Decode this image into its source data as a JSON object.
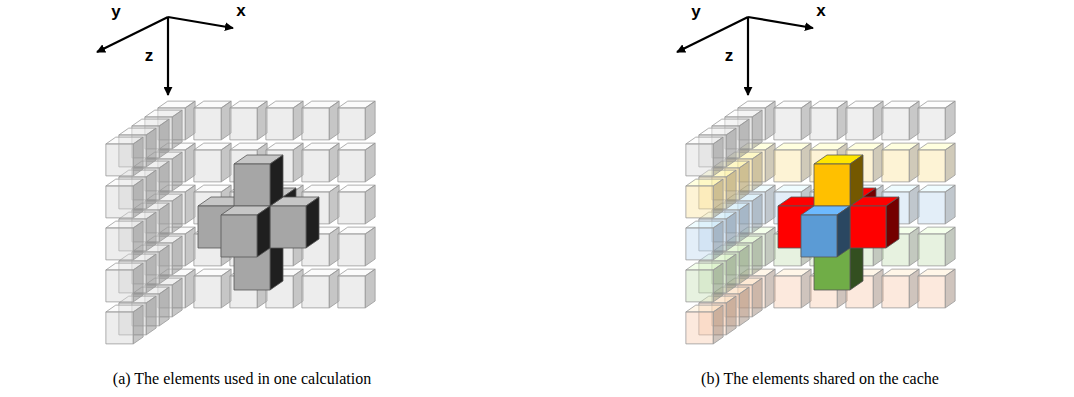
{
  "diagram": {
    "labels": [
      "y",
      "x",
      "z",
      "(a) The elements used in one calculation",
      "y",
      "x",
      "z",
      "(b) The elements shared on the cache"
    ]
  }
}
